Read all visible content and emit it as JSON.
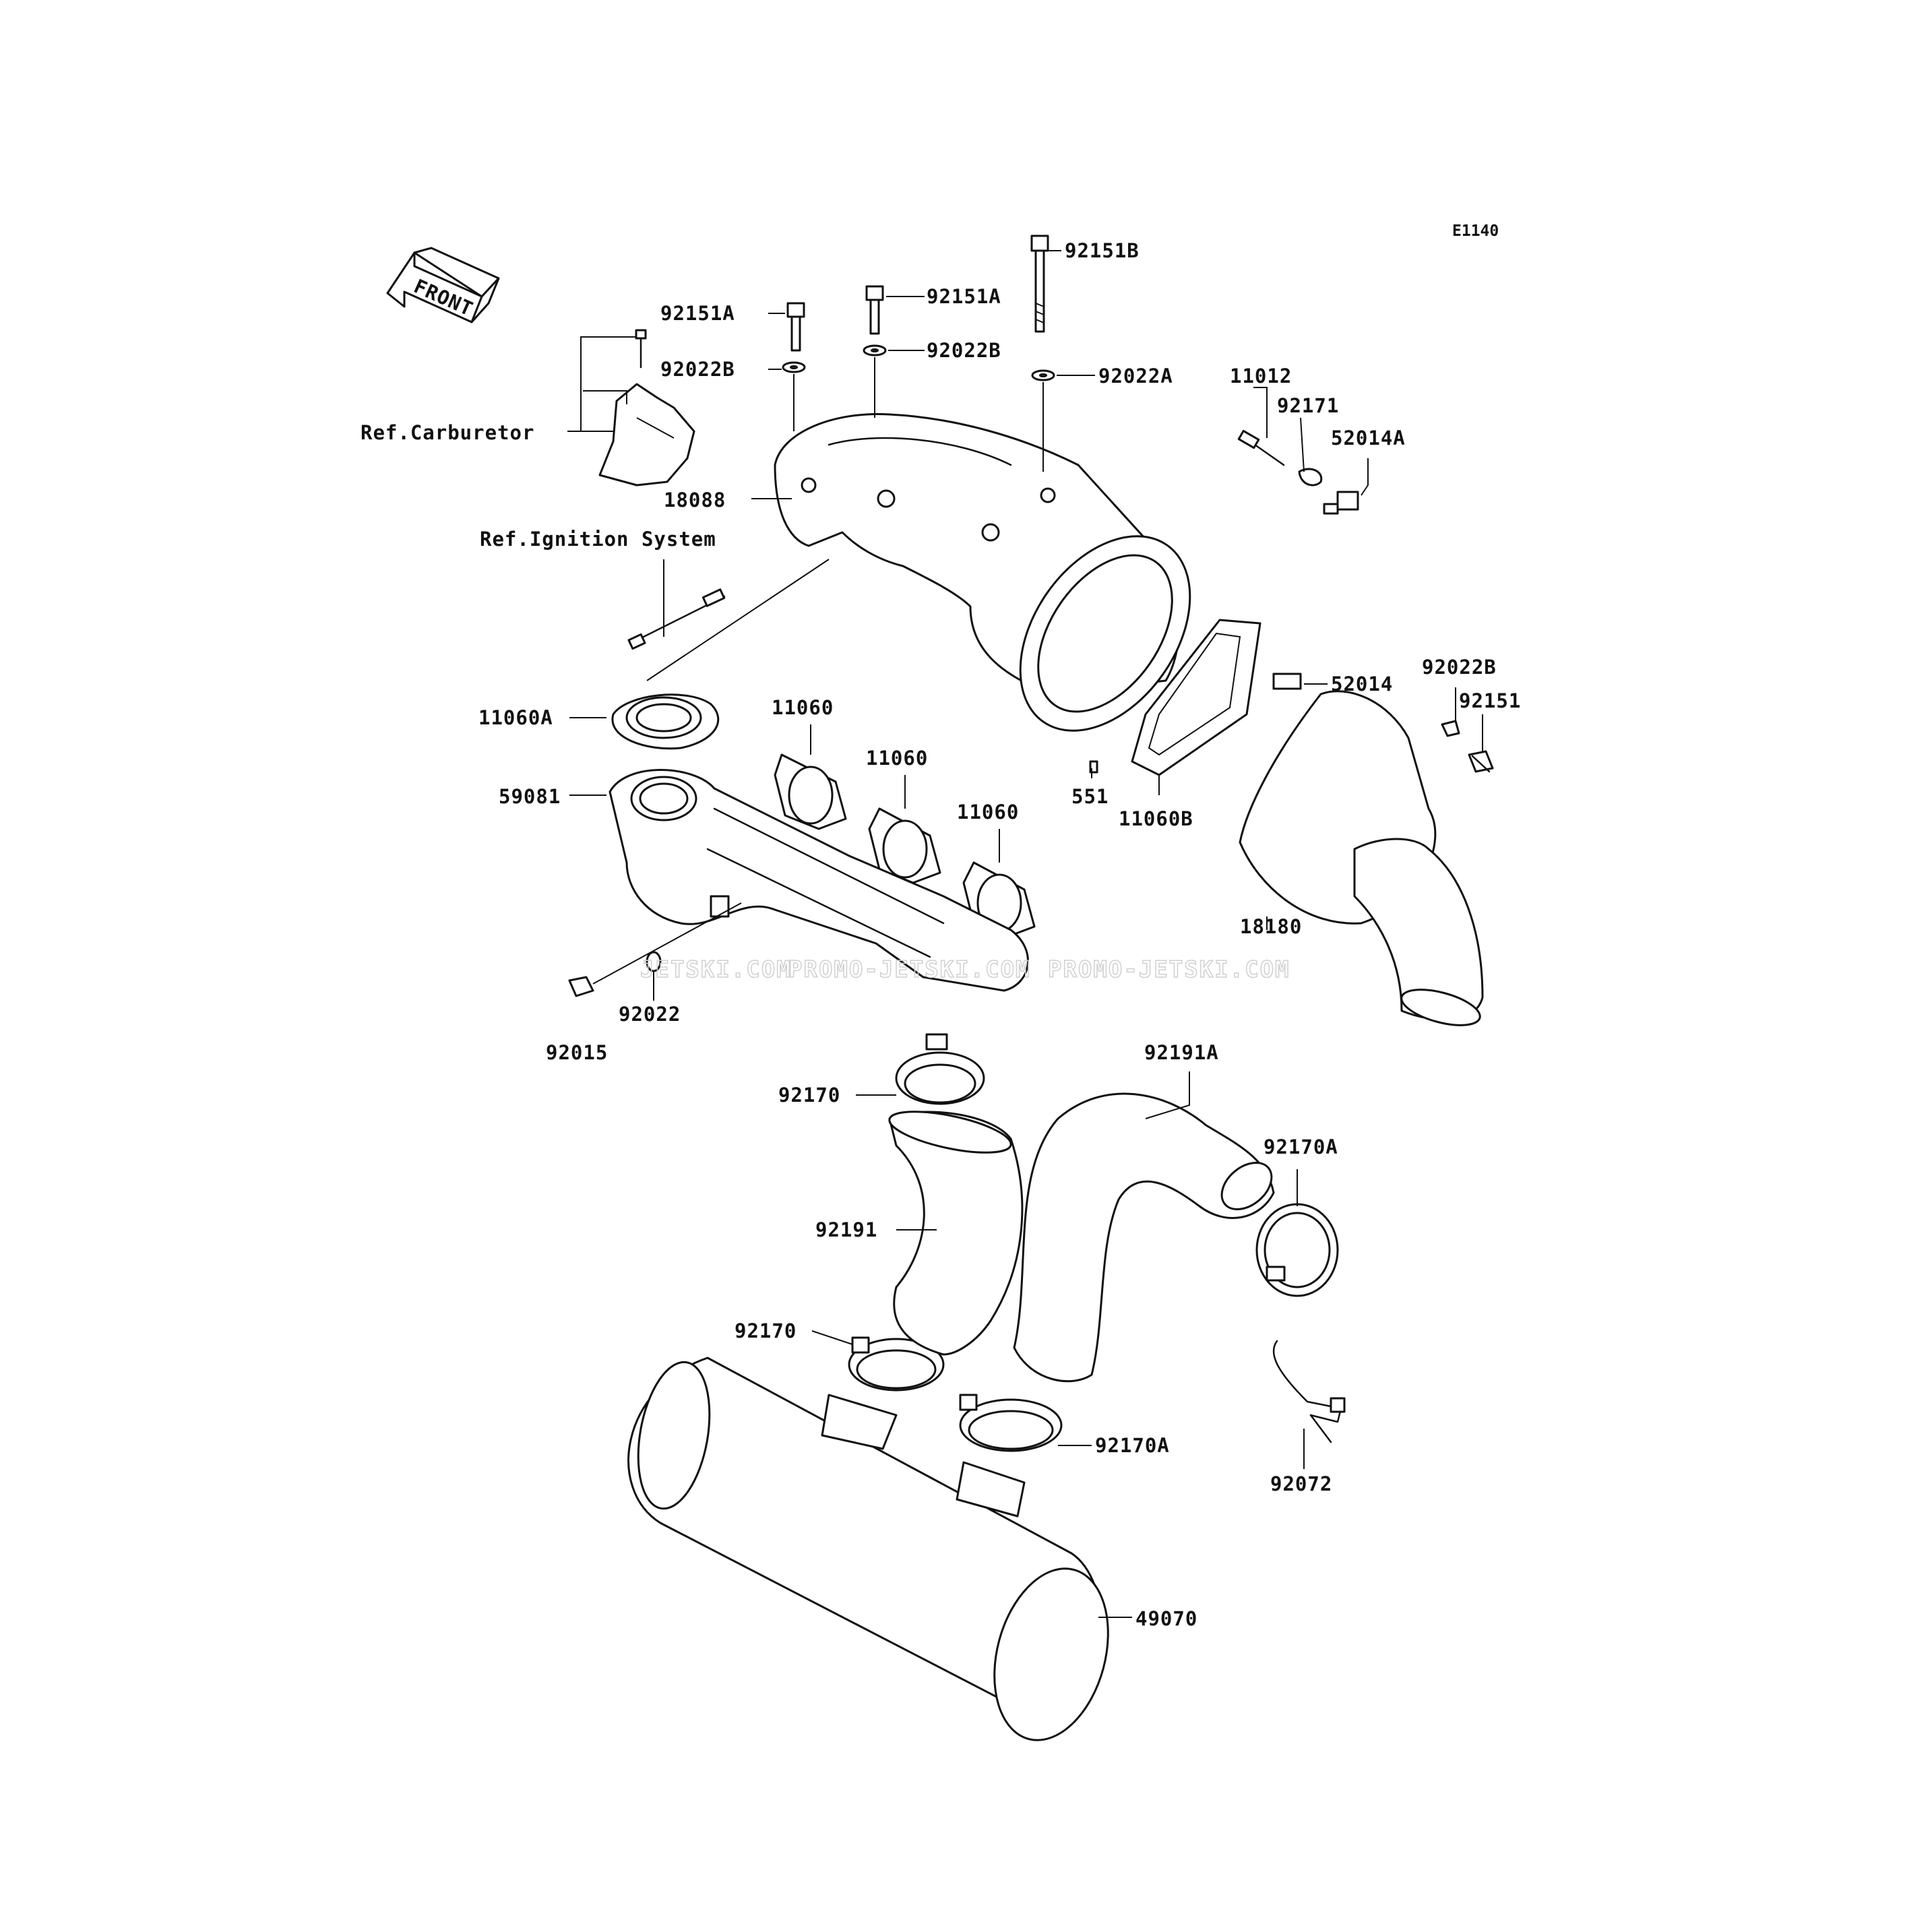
{
  "diagram": {
    "code": "E1140",
    "front_arrow_text": "FRONT",
    "watermarks": [
      "JETSKI.COM",
      "PROMO-JETSKI.COM",
      "PROMO-JETSKI.COM"
    ],
    "labels": {
      "p92151B": "92151B",
      "p92151A_1": "92151A",
      "p92151A_2": "92151A",
      "p92022B_1": "92022B",
      "p92022B_2": "92022B",
      "p92022A": "92022A",
      "p11012": "11012",
      "p92171": "92171",
      "p52014A": "52014A",
      "ref_carb": "Ref.Carburetor",
      "p18088": "18088",
      "ref_ign": "Ref.Ignition System",
      "p11060A": "11060A",
      "p11060_1": "11060",
      "p11060_2": "11060",
      "p11060_3": "11060",
      "p59081": "59081",
      "p551": "551",
      "p11060B": "11060B",
      "p52014": "52014",
      "p92022B_3": "92022B",
      "p92151": "92151",
      "p18180": "18180",
      "p92015": "92015",
      "p92022": "92022",
      "p92170_1": "92170",
      "p92191A": "92191A",
      "p92170A_1": "92170A",
      "p92191": "92191",
      "p92170_2": "92170",
      "p92170A_2": "92170A",
      "p92072": "92072",
      "p49070": "49070"
    }
  }
}
